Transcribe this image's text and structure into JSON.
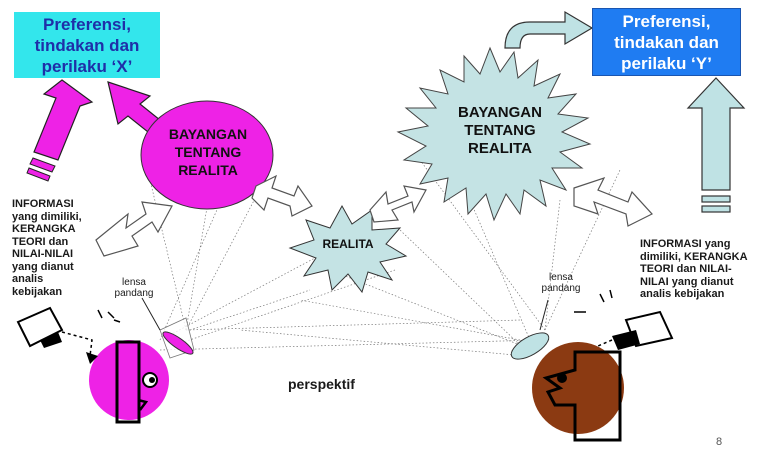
{
  "boxes": {
    "x": "Preferensi,\ntindakan dan\nperilaku ‘X’",
    "y": "Preferensi,\ntindakan dan\nperilaku ‘Y’"
  },
  "bayangan_left": "BAYANGAN\nTENTANG\nREALITA",
  "bayangan_right": "BAYANGAN\nTENTANG\nREALITA",
  "realita": "REALITA",
  "info_left": "INFORMASI\nyang dimiliki,\nKERANGKA\nTEORI dan\nNILAI-NILAI\nyang dianut\nanalis\nkebijakan",
  "info_right": "INFORMASI yang\ndimiliki, KERANGKA\nTEORI dan NILAI-\nNILAI yang dianut\nanalis kebijakan",
  "lensa_left": "lensa\npandang",
  "lensa_right": "lensa\npandang",
  "perspektif": "perspektif",
  "page_number": "8",
  "colors": {
    "magenta": "#ee22e6",
    "cyan_box": "#33e6ec",
    "blue_box": "#1f7cf2",
    "pale_teal": "#bfe2e4",
    "brown": "#8b3a12"
  },
  "icons": [
    "book-icon-left",
    "book-icon-right",
    "head-icon-left",
    "head-icon-right"
  ]
}
